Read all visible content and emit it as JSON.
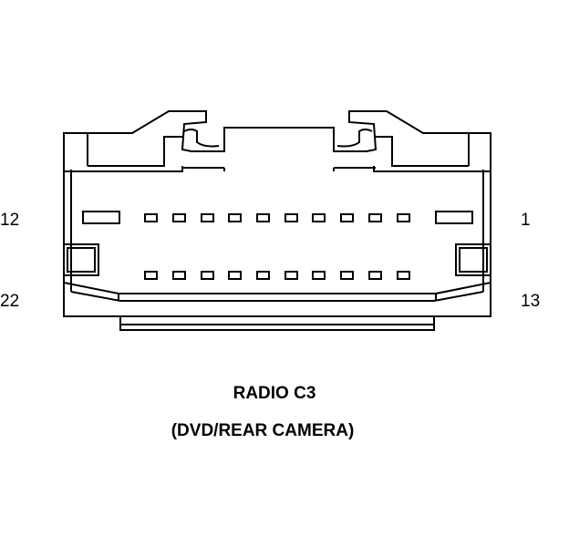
{
  "connector": {
    "pin_labels": {
      "top_left": "12",
      "top_right": "1",
      "bottom_left": "22",
      "bottom_right": "13"
    },
    "title": "RADIO C3",
    "subtitle": "(DVD/REAR CAMERA)",
    "top_row_cavities": 12,
    "bottom_row_cavities": 10
  }
}
